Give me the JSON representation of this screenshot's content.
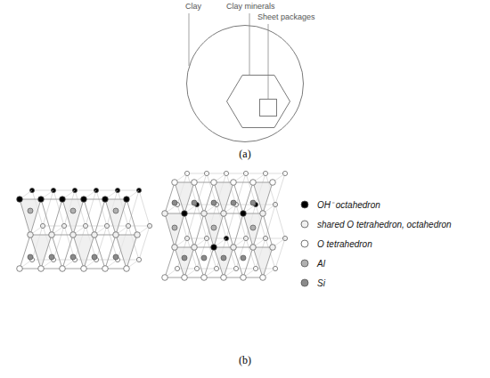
{
  "diagram": {
    "nodes": [
      {
        "text": [
          "Clay"
        ]
      },
      {
        "text": [
          "Clay minerals"
        ],
        "in": 0
      },
      {
        "text": [
          "Sheet packages"
        ],
        "in": 1
      }
    ],
    "labels": [
      "(a)",
      "(b)"
    ],
    "legend": [
      {
        "text": "OH⁻ octahedron",
        "color": "#000000"
      },
      {
        "text": "shared O tetrahedron, octahedron",
        "color": "#f0f0f0"
      },
      {
        "text": "O tetrahedron",
        "color": "#ffffff"
      },
      {
        "text": "Al",
        "color": "#b0b0b0"
      },
      {
        "text": "Si",
        "color": "#8a8a8a"
      }
    ]
  }
}
